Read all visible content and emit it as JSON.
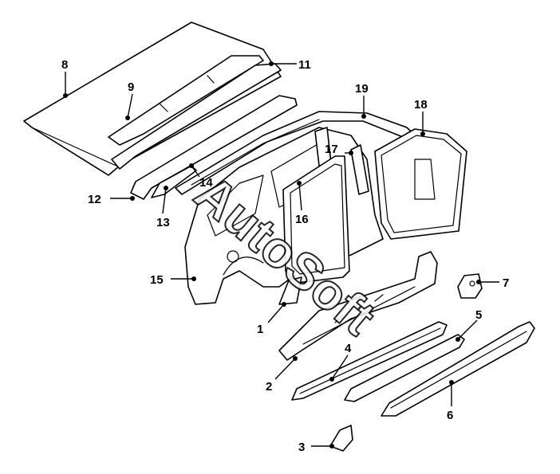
{
  "watermark": "AutoSoft",
  "callouts": [
    {
      "number": "1"
    },
    {
      "number": "2"
    },
    {
      "number": "3"
    },
    {
      "number": "4"
    },
    {
      "number": "5"
    },
    {
      "number": "6"
    },
    {
      "number": "7"
    },
    {
      "number": "8"
    },
    {
      "number": "9"
    },
    {
      "number": "11"
    },
    {
      "number": "12"
    },
    {
      "number": "13"
    },
    {
      "number": "14"
    },
    {
      "number": "15"
    },
    {
      "number": "16"
    },
    {
      "number": "17"
    },
    {
      "number": "18"
    },
    {
      "number": "19"
    }
  ]
}
